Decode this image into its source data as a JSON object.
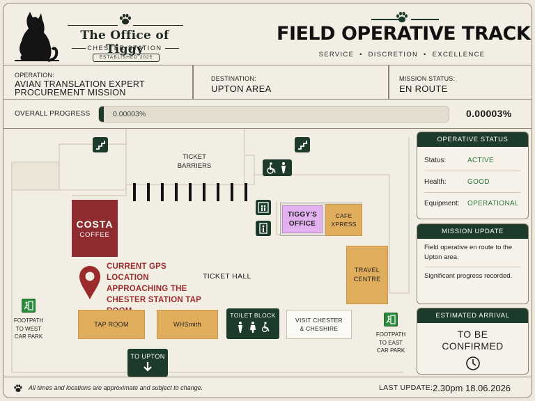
{
  "brand": {
    "title": "The Office of Tiggy",
    "subtitle": "CHESTER STATION",
    "established": "ESTABLISHED 2025"
  },
  "header": {
    "title": "FIELD OPERATIVE TRACKING",
    "tagline": "SERVICE  •  DISCRETION  •  EXCELLENCE"
  },
  "info": {
    "operation_label": "OPERATION:",
    "operation_line1": "AVIAN TRANSLATION EXPERT",
    "operation_line2": "PROCUREMENT MISSION",
    "destination_label": "DESTINATION:",
    "destination_value": "UPTON AREA",
    "status_label": "MISSION STATUS:",
    "status_value": "EN ROUTE"
  },
  "progress": {
    "label": "OVERALL PROGRESS",
    "bar_text": "0.00003%",
    "value_text": "0.00003%",
    "fraction": 3e-07
  },
  "map": {
    "ticket_barriers_line1": "TICKET",
    "ticket_barriers_line2": "BARRIERS",
    "costa_line1": "COSTA",
    "costa_line2": "COFFEE",
    "tiggys_line1": "TIGGY'S",
    "tiggys_line2": "OFFICE",
    "cafe_line1": "CAFE",
    "cafe_line2": "XPRESS",
    "travel_line1": "TRAVEL",
    "travel_line2": "CENTRE",
    "ticket_hall": "TICKET HALL",
    "gps_line1": "CURRENT GPS LOCATION",
    "gps_line2": "APPROACHING THE",
    "gps_line3": "CHESTER STATION TAP",
    "gps_line4": "ROOM",
    "tap_room": "TAP ROOM",
    "whsmith": "WHSmith",
    "toilet_block": "TOILET BLOCK",
    "visit_line1": "VISIT CHESTER",
    "visit_line2": "& CHESHIRE",
    "to_upton": "TO UPTON",
    "footpath_west_line1": "FOOTPATH",
    "footpath_west_line2": "TO WEST",
    "footpath_west_line3": "CAR PARK",
    "footpath_east_line1": "FOOTPATH",
    "footpath_east_line2": "TO EAST",
    "footpath_east_line3": "CAR PARK"
  },
  "operative_status": {
    "heading": "OPERATIVE STATUS",
    "rows": [
      {
        "label": "Status:",
        "value": "ACTIVE"
      },
      {
        "label": "Health:",
        "value": "GOOD"
      },
      {
        "label": "Equipment:",
        "value": "OPERATIONAL"
      }
    ]
  },
  "mission_update": {
    "heading": "MISSION UPDATE",
    "item1": "Field operative en route to the Upton area.",
    "item2": "Significant progress recorded."
  },
  "arrival": {
    "heading": "ESTIMATED ARRIVAL",
    "line1": "TO BE",
    "line2": "CONFIRMED"
  },
  "footer": {
    "disclaimer": "All times and locations are approximate and subject to change.",
    "last_update_label": "LAST UPDATE:",
    "last_update_value": "2.30pm 18.06.2026"
  },
  "colors": {
    "accent_green": "#1d3b2a",
    "status_green": "#2d7a3c",
    "gps_red": "#9a2b2b",
    "costa_red": "#8e2c2f",
    "shop_orange": "#e0ad5d",
    "office_purple": "#e3b0f0",
    "exit_green": "#2c8a3c"
  }
}
